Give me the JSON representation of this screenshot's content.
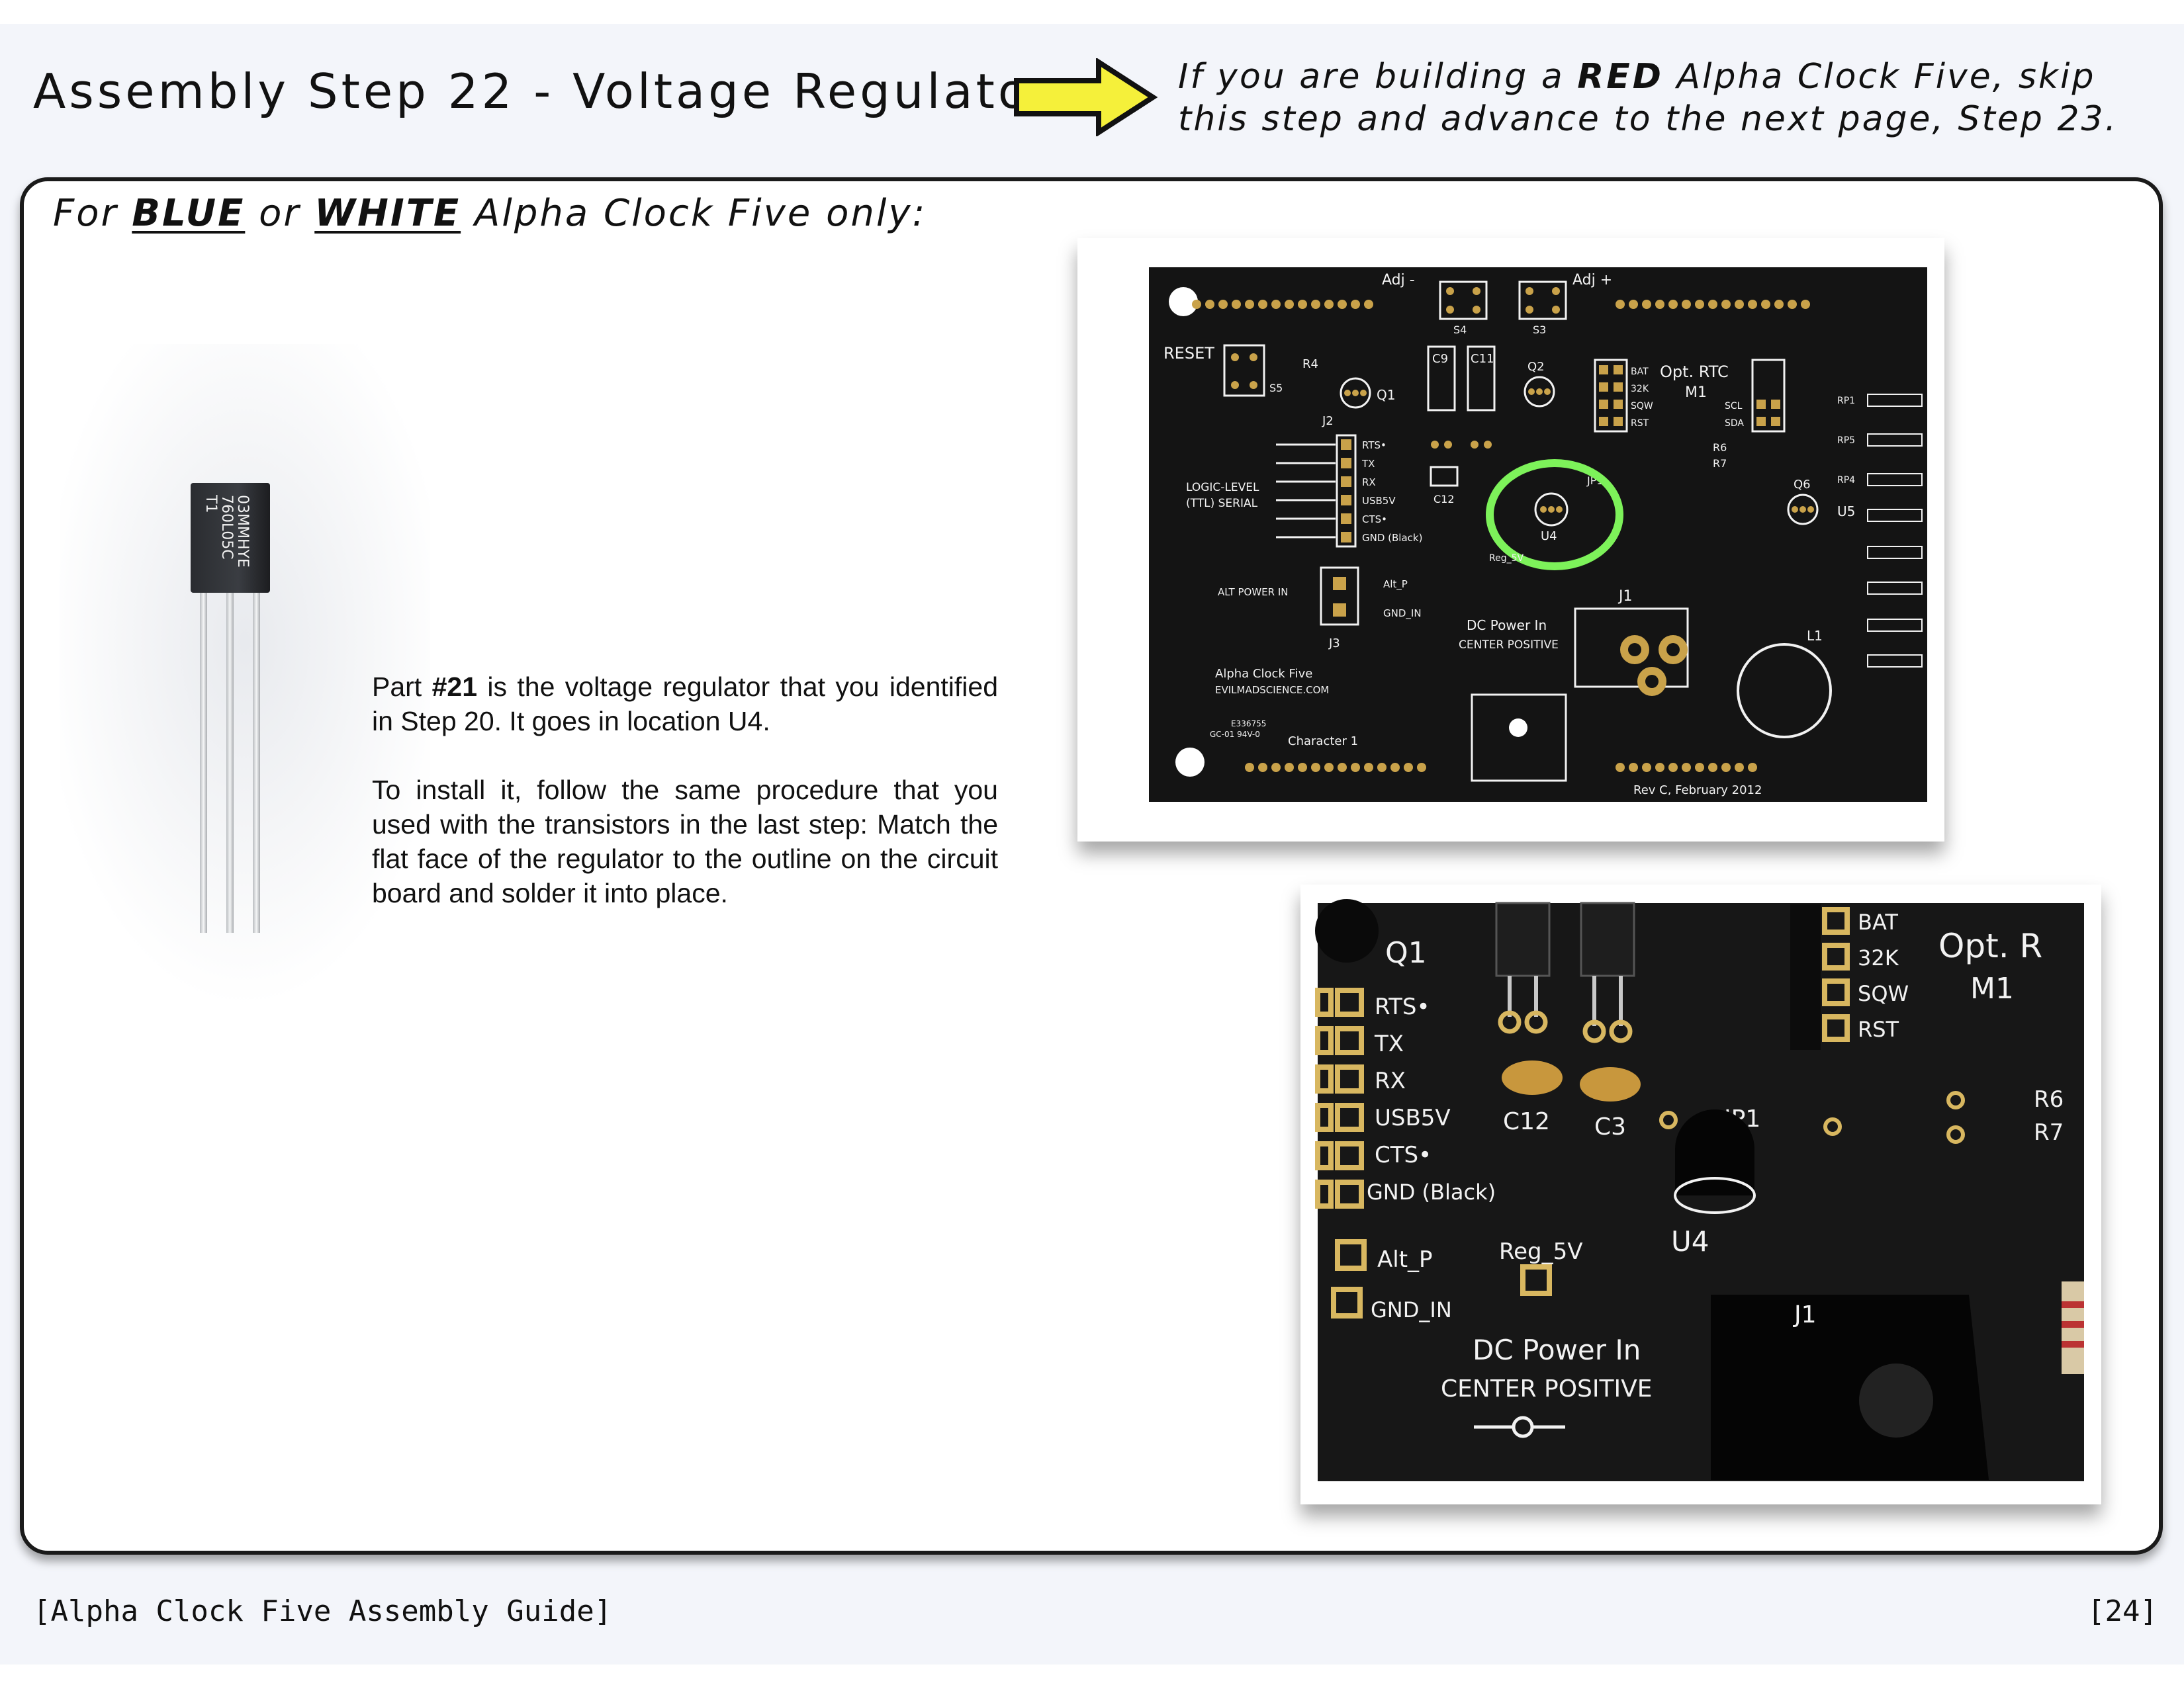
{
  "header": {
    "title": "Assembly Step 22 - Voltage Regulator.",
    "note_prefix": "If you are building a ",
    "note_emphasis": "RED",
    "note_suffix": " Alpha Clock Five, skip this step and advance to the next page, Step 23."
  },
  "panel": {
    "heading_prefix": "For ",
    "heading_blue": "BLUE",
    "heading_or": " or ",
    "heading_white": "WHITE",
    "heading_suffix": " Alpha Clock Five only:"
  },
  "part_marking": {
    "line1": "03MMHYE",
    "line2": "760L05C",
    "line3": "T1"
  },
  "body": {
    "p1_prefix": "Part ",
    "p1_part": "#21",
    "p1_suffix": " is the voltage regulator that you identified in Step 20.  It goes in location U4.",
    "p2": "To install it, follow the same procedure that you used with the transistors in the last step:   Match the flat face of the regulator to the outline on the circuit board and solder it into place."
  },
  "pcb_overview": {
    "adj_minus": "Adj -",
    "adj_plus": "Adj +",
    "s4": "S4",
    "s3": "S3",
    "reset": "RESET",
    "r4": "R4",
    "s5": "S5",
    "j2": "J2",
    "q1": "Q1",
    "c9": "C9",
    "c11": "C11",
    "q2": "Q2",
    "bat": "BAT",
    "k32": "32K",
    "sqw": "SQW",
    "rst": "RST",
    "opt_rtc": "Opt. RTC",
    "m1": "M1",
    "scl": "SCL",
    "sda": "SDA",
    "r6": "R6",
    "r7": "R7",
    "rp1": "RP1",
    "rp5": "RP5",
    "rp4": "RP4",
    "rts": "RTS•",
    "tx": "TX",
    "rx": "RX",
    "usb5v": "USB5V",
    "cts": "CTS•",
    "gnd": "GND (Black)",
    "logic1": "LOGIC-LEVEL",
    "logic2": "(TTL) SERIAL",
    "c12": "C12",
    "jp1": "JP1",
    "u4": "U4",
    "q6": "Q6",
    "u5": "U5",
    "reg5v": "Reg_5V",
    "alt_power": "ALT POWER IN",
    "alt_p": "Alt_P",
    "gnd_in": "GND_IN",
    "j3": "J3",
    "j1": "J1",
    "dc1": "DC Power In",
    "dc2": "CENTER POSITIVE",
    "l1": "L1",
    "brand1": "Alpha Clock Five",
    "brand2": "EVILMADSCIENCE.COM",
    "ul1": "E336755",
    "ul2": "GC-01 94V-0",
    "char1": "Character 1",
    "rev": "Rev C, February 2012"
  },
  "pcb_closeup": {
    "q1": "Q1",
    "rts": "RTS•",
    "tx": "TX",
    "rx": "RX",
    "usb5v": "USB5V",
    "cts": "CTS•",
    "gnd": "GND (Black)",
    "c12": "C12",
    "c3": "C3",
    "jp1": "JP1",
    "u4": "U4",
    "bat": "BAT",
    "k32": "32K",
    "sqw": "SQW",
    "rst": "RST",
    "opt": "Opt. R",
    "m1": "M1",
    "r6": "R6",
    "r7": "R7",
    "alt_p": "Alt_P",
    "gnd_in": "GND_IN",
    "reg5v": "Reg_5V",
    "j1": "J1",
    "dc1": "DC Power In",
    "dc2": "CENTER POSITIVE"
  },
  "footer": {
    "guide_title": "[Alpha Clock Five Assembly Guide]",
    "page_number": "[24]"
  },
  "colors": {
    "arrow_fill": "#f5f03a",
    "highlight_ring": "#7df25a",
    "pcb": "#141414",
    "gold_pad": "#c9a24a"
  }
}
